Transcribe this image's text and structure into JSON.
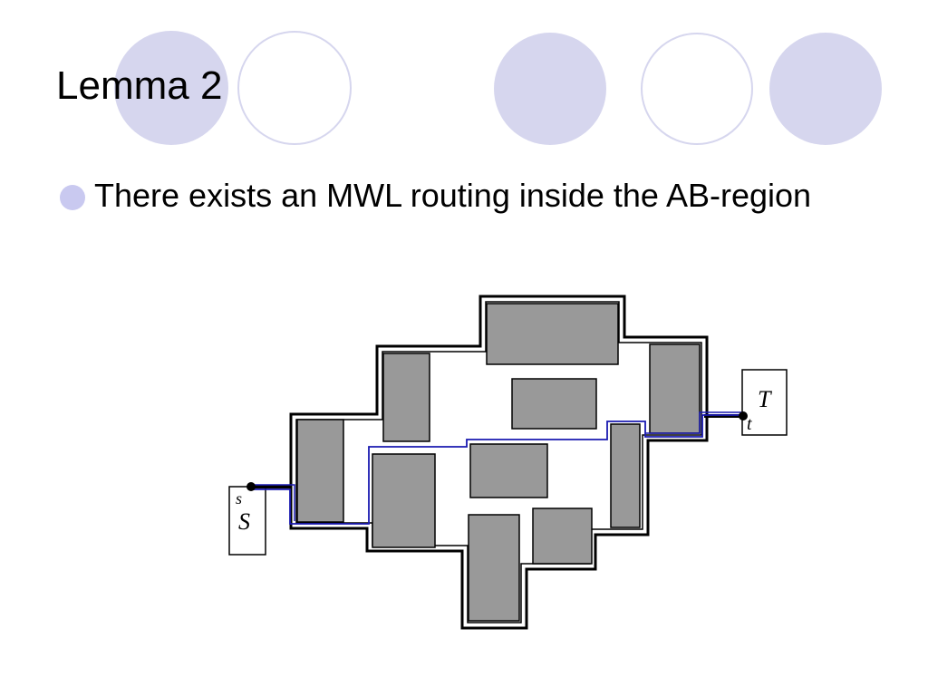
{
  "slide": {
    "title": "Lemma 2",
    "bullet": "There exists an MWL routing inside the AB-region"
  },
  "diagram": {
    "source_pin_label": "s",
    "source_box_label": "S",
    "target_pin_label": "t",
    "target_box_label": "T",
    "colors": {
      "obstacle_fill": "#999999",
      "route": "#1a1ab0",
      "decor": "#d6d6ee",
      "bullet": "#c9c9f0"
    }
  }
}
